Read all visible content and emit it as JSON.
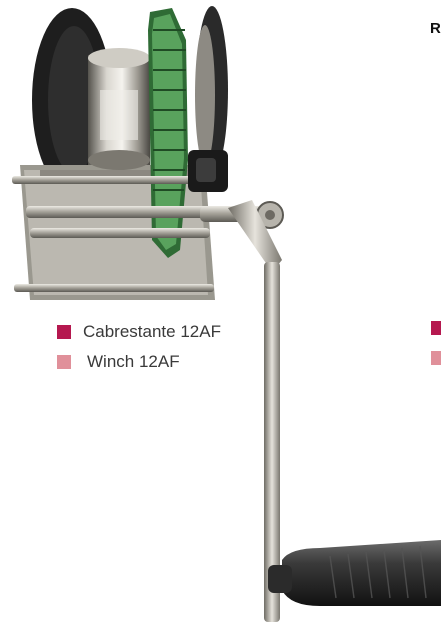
{
  "legend": {
    "items": [
      {
        "label": "Cabrestante 12AF",
        "color": "#b5184f"
      },
      {
        "label": "Winch 12AF",
        "color": "#e0909a"
      }
    ]
  },
  "edge": {
    "cut_letter": "R"
  },
  "illustration": {
    "icon": "hand-winch-icon"
  }
}
